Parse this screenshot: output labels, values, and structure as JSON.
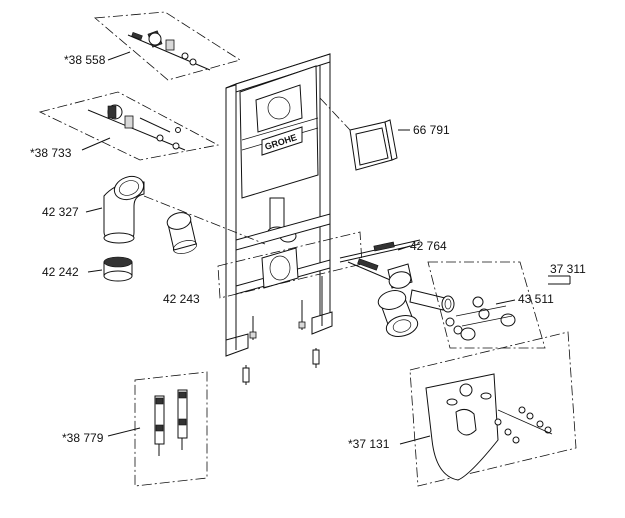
{
  "callouts": {
    "c38558": "*38 558",
    "c38733": "*38 733",
    "c42327": "42 327",
    "c42242": "42 242",
    "c42243": "42 243",
    "c66791": "66 791",
    "c42764": "42 764",
    "c37311": "37 311",
    "c43511": "43 511",
    "c38779": "*38 779",
    "c37131": "*37 131"
  },
  "brand": {
    "logo_text": "GROHE"
  }
}
